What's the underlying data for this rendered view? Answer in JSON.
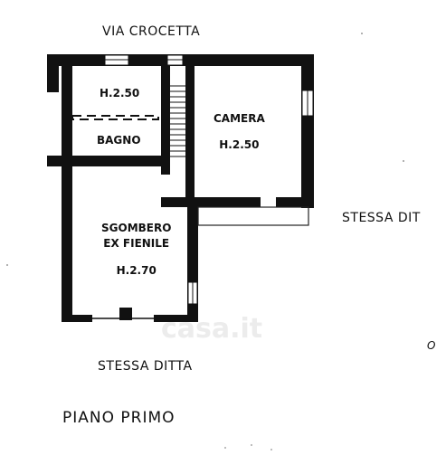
{
  "plan": {
    "street_label": "VIA CROCETTA",
    "neighbor_right_label": "STESSA DIT",
    "neighbor_bottom_label": "STESSA DITTA",
    "edge_fragment": "O",
    "floor_title": "PIANO PRIMO",
    "watermark": "casa.it",
    "rooms": [
      {
        "name": "H.2.50",
        "height": ""
      },
      {
        "name": "BAGNO",
        "height": ""
      },
      {
        "name": "CAMERA",
        "height": "H.2.50"
      },
      {
        "name": "SGOMBERO",
        "name2": "EX FIENILE",
        "height": "H.2.70"
      }
    ]
  },
  "colors": {
    "wall": "#111111",
    "background": "#ffffff",
    "line": "#222222"
  }
}
